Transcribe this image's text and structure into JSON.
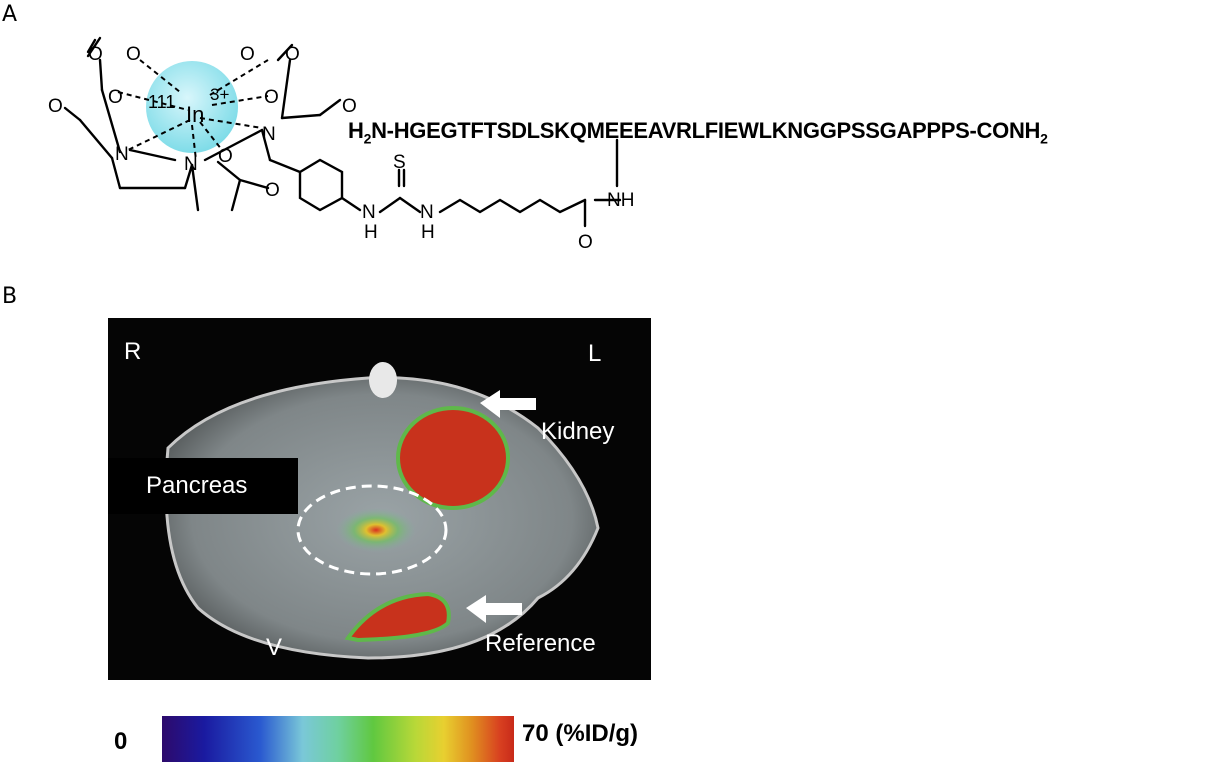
{
  "panel_a": {
    "label": "A",
    "metal_mass": "111",
    "metal_symbol": "In",
    "metal_charge": "3+",
    "peptide_prefix": "H",
    "peptide_prefix_sub": "2",
    "peptide_sequence": "N-HGEGTFTSDLSKQMEEEAVRLFIEWLKNGGPSSGAPPPS-CONH",
    "peptide_suffix_sub": "2",
    "atoms": {
      "N": "N",
      "O": "O",
      "S": "S",
      "NH": "NH",
      "H": "H"
    }
  },
  "panel_b": {
    "label": "B",
    "orientation": {
      "right": "R",
      "left": "L",
      "ventral": "V"
    },
    "labels": {
      "kidney": "Kidney",
      "pancreas": "Pancreas",
      "reference": "Reference"
    },
    "colors": {
      "hot": "#c82a1a",
      "arrow": "#ffffff"
    }
  },
  "colorbar": {
    "min_label": "0",
    "max_label": "70 (%ID/g)"
  }
}
